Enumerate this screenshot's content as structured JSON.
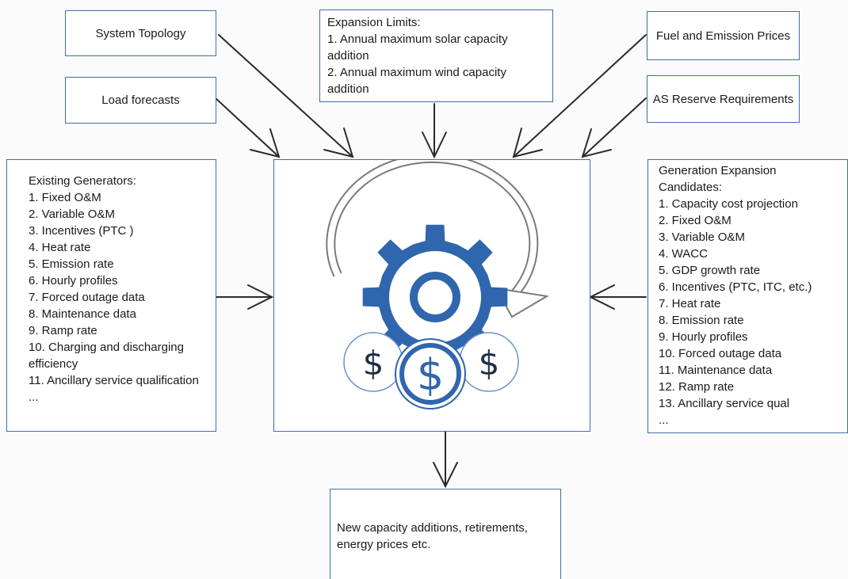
{
  "inputs": {
    "system_topology": "System Topology",
    "load_forecasts": "Load forecasts",
    "expansion_limits": {
      "title": "Expansion Limits:",
      "items": [
        "1. Annual maximum solar capacity addition",
        "2. Annual maximum wind capacity addition"
      ]
    },
    "fuel_emission_prices": "Fuel and Emission Prices",
    "as_reserve_requirements": "AS Reserve Requirements"
  },
  "existing_generators": {
    "title": "Existing Generators:",
    "items": [
      "1. Fixed O&M",
      "2. Variable O&M",
      "3. Incentives (PTC )",
      "4. Heat rate",
      "5. Emission rate",
      "6. Hourly profiles",
      "7. Forced outage data",
      "8. Maintenance data",
      "9. Ramp rate",
      "10. Charging and discharging efficiency",
      "11. Ancillary service qualification",
      "..."
    ]
  },
  "expansion_candidates": {
    "title": "Generation Expansion Candidates:",
    "items": [
      "1. Capacity cost projection",
      "2. Fixed O&M",
      "3. Variable O&M",
      "4. WACC",
      "5. GDP growth rate",
      "6. Incentives (PTC, ITC, etc.)",
      "7. Heat rate",
      "8. Emission rate",
      "9. Hourly profiles",
      "10. Forced outage data",
      "11. Maintenance data",
      "12. Ramp rate",
      "13. Ancillary service qual",
      "..."
    ]
  },
  "engine": {
    "currency_symbol": "$"
  },
  "output": {
    "text": "New capacity additions, retirements, energy prices etc."
  },
  "colors": {
    "box_border": "#3f6fa8",
    "gear_blue": "#2f66ad",
    "arrow": "#2a2a2a"
  }
}
